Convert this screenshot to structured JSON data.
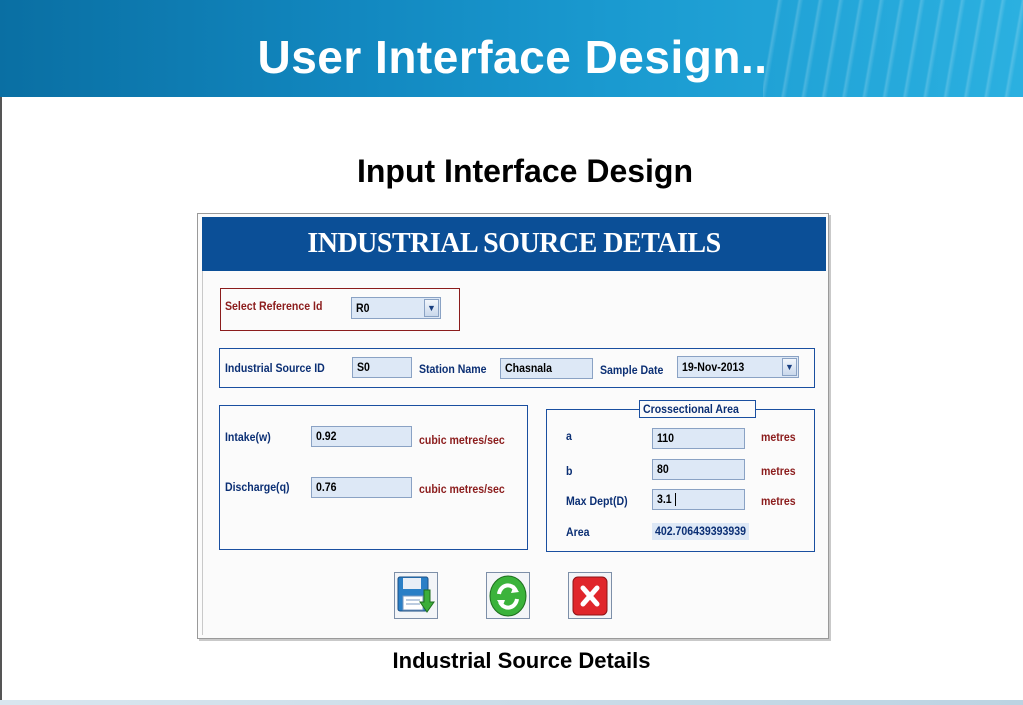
{
  "slide": {
    "title": "User Interface Design..",
    "section_heading": "Input Interface Design",
    "caption": "Industrial Source Details"
  },
  "form": {
    "banner": "INDUSTRIAL SOURCE DETAILS",
    "reference": {
      "label": "Select Reference Id",
      "value": "R0"
    },
    "source_row": {
      "source_id_label": "Industrial Source ID",
      "source_id_value": "S0",
      "station_name_label": "Station Name",
      "station_name_value": "Chasnala",
      "sample_date_label": "Sample Date",
      "sample_date_value": "19-Nov-2013"
    },
    "flow": {
      "intake_label": "Intake(w)",
      "intake_value": "0.92",
      "intake_unit": "cubic metres/sec",
      "discharge_label": "Discharge(q)",
      "discharge_value": "0.76",
      "discharge_unit": "cubic metres/sec"
    },
    "cross_section": {
      "caption": "Crossectional Area",
      "a_label": "a",
      "a_value": "110",
      "a_unit": "metres",
      "b_label": "b",
      "b_value": "80",
      "b_unit": "metres",
      "depth_label": "Max Dept(D)",
      "depth_value": "3.1",
      "depth_unit": "metres",
      "area_label": "Area",
      "area_value": "402.706439393939"
    },
    "buttons": {
      "save_icon": "save-disk-icon",
      "refresh_icon": "refresh-icon",
      "cancel_icon": "close-x-icon"
    }
  },
  "colors": {
    "header_blue": "#1288c0",
    "banner_blue": "#0b4f97",
    "label_blue": "#0b2f74",
    "unit_red": "#8b1c1c",
    "field_bg": "#dde8f6"
  }
}
